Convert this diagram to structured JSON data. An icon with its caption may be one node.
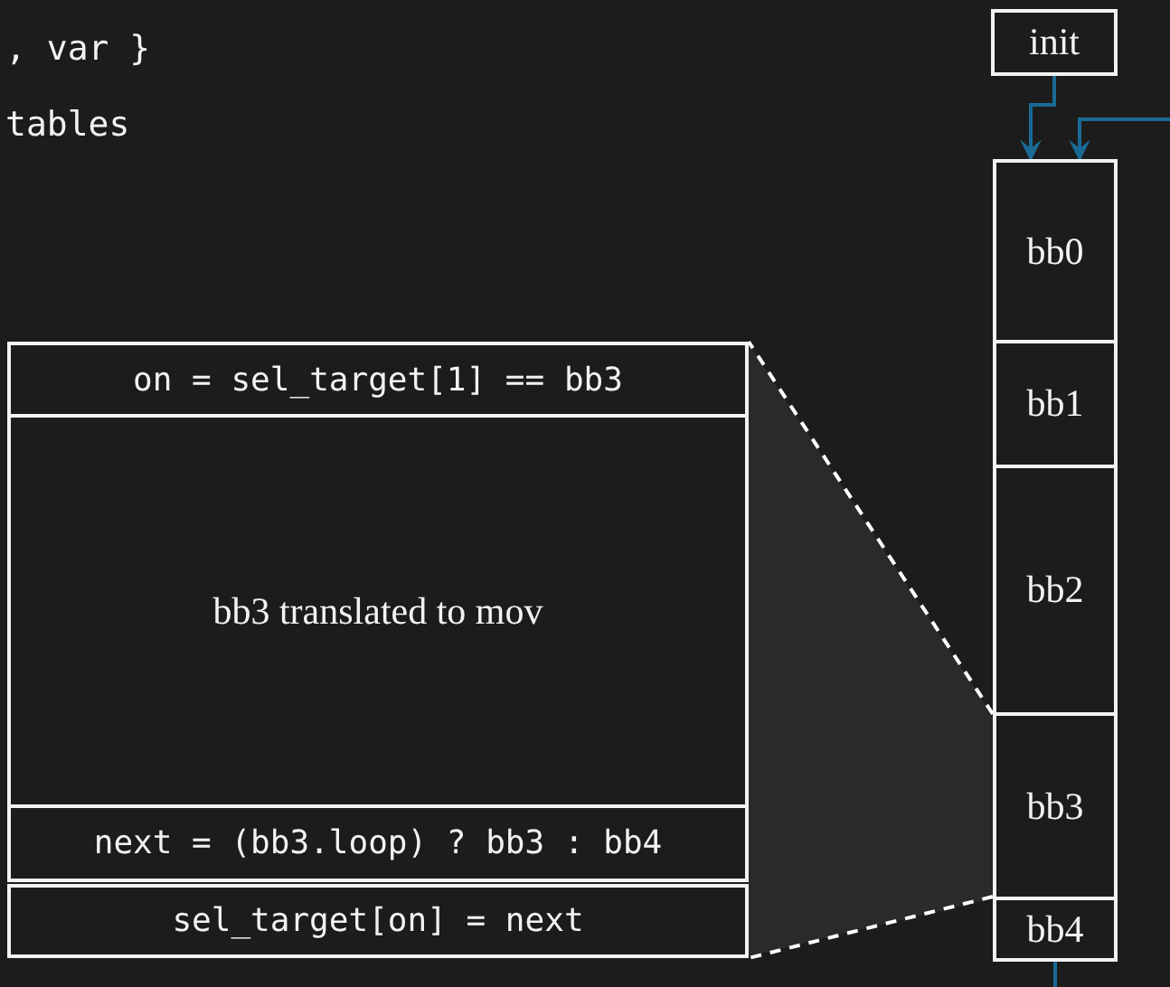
{
  "diagram": {
    "nodes": [
      {
        "text": [
          "init"
        ]
      },
      {
        "text": [
          "bb0"
        ]
      },
      {
        "text": [
          "bb1"
        ]
      },
      {
        "text": [
          "bb2"
        ]
      },
      {
        "text": [
          "bb3"
        ]
      },
      {
        "text": [
          "bb4"
        ]
      },
      {
        "text": [
          "on = sel_target[1] == bb3"
        ]
      },
      {
        "text": [
          "bb3 translated to mov"
        ]
      },
      {
        "text": [
          "next = (bb3.loop) ? bb3 : bb4"
        ]
      },
      {
        "text": [
          "sel_target[on] = next"
        ]
      }
    ],
    "edges": [
      {
        "from": 0,
        "to": 1,
        "arrow": "to",
        "color": "#1a6a96"
      },
      {
        "from": null,
        "to": 1,
        "arrow": "to",
        "color": "#1a6a96"
      },
      {
        "from": 5,
        "to": null,
        "arrow": "none",
        "color": "#1a6a96"
      },
      {
        "from": 4,
        "to": 6,
        "arrow": "none",
        "style": "dashed",
        "color": "#ffffff"
      },
      {
        "from": 5,
        "to": 9,
        "arrow": "none",
        "style": "dashed",
        "color": "#ffffff"
      }
    ],
    "labels": [
      ", var }",
      "tables"
    ]
  }
}
